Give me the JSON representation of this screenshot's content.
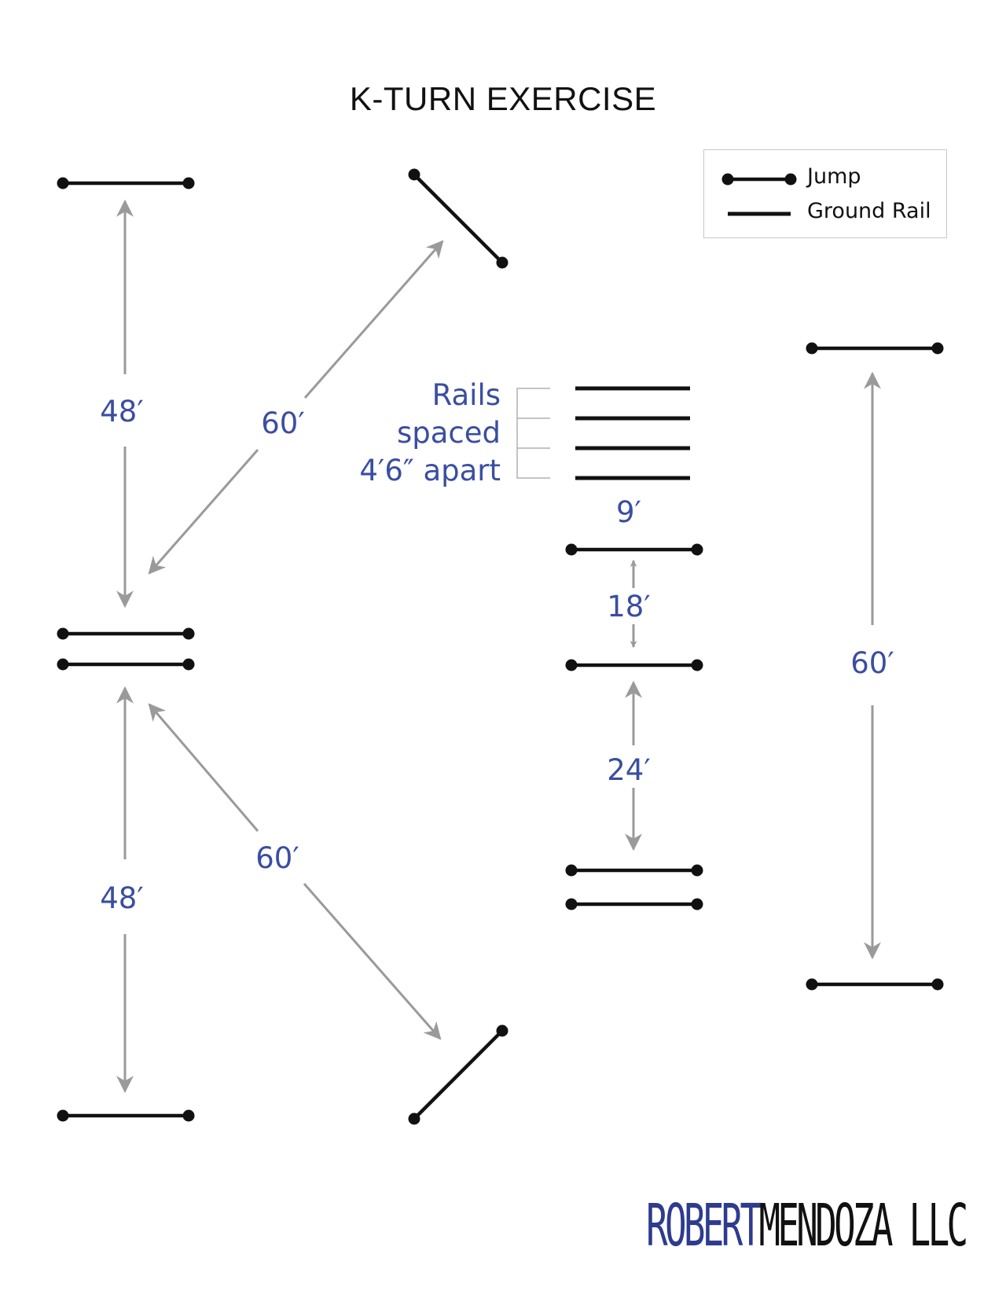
{
  "title": "K-TURN EXERCISE",
  "legend": {
    "jump_label": "Jump",
    "rail_label": "Ground Rail"
  },
  "dimensions": {
    "left_top": "48′",
    "left_bottom": "48′",
    "diag_upper": "60′",
    "diag_lower": "60′",
    "center_9": "9′",
    "center_18": "18′",
    "center_24": "24′",
    "right_60": "60′"
  },
  "rails_note": [
    "Rails",
    "spaced",
    "4′6″ apart"
  ],
  "brand": {
    "part1": "ROBERT",
    "part2": "MENDOZA LLC"
  },
  "colors": {
    "element": "#111111",
    "arrow": "#9a9a9a",
    "dimension_text": "#3a4ea0",
    "bracket": "#b0b0b0",
    "brand_blue": "#2e3b8f"
  }
}
